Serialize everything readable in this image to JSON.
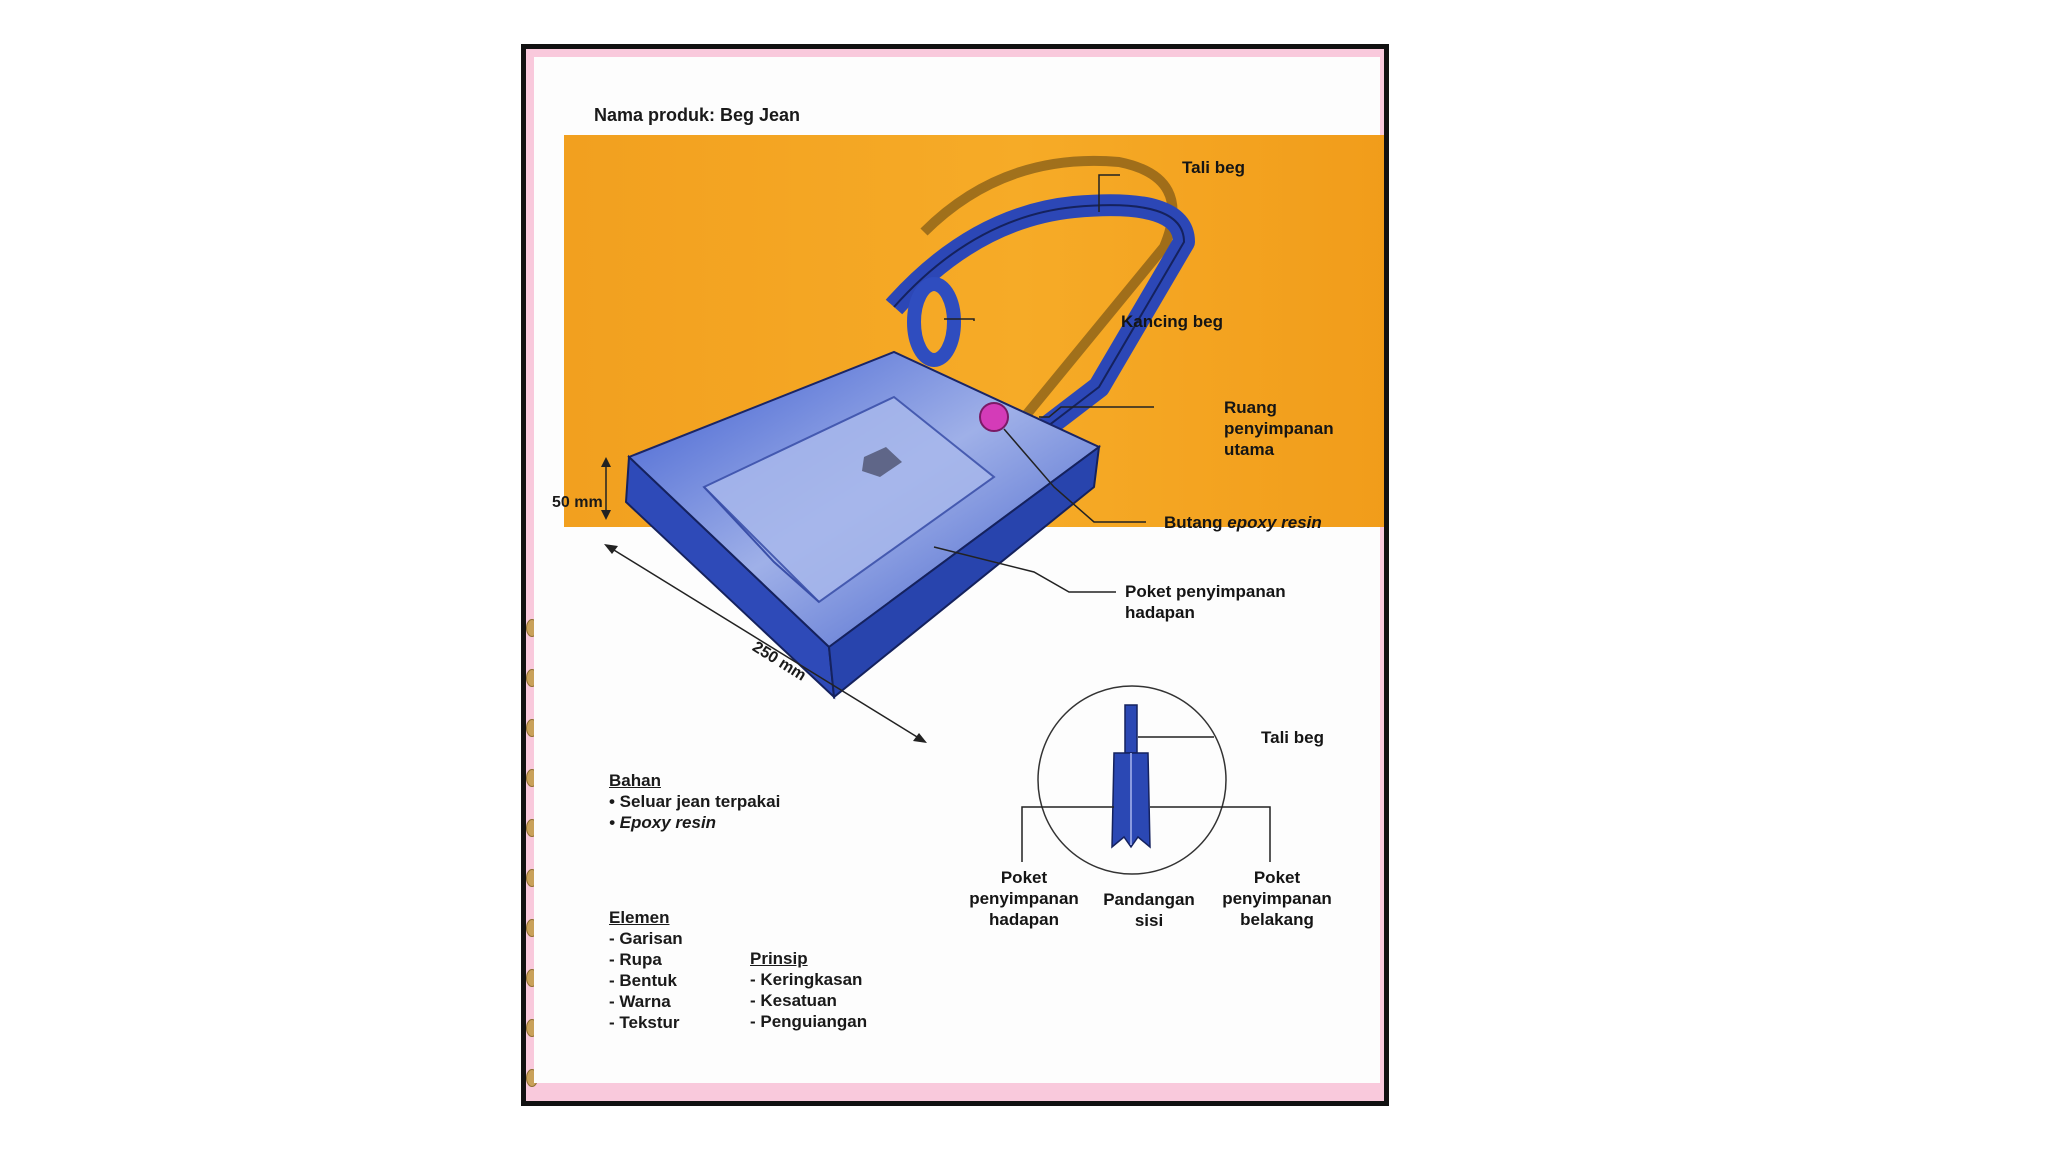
{
  "title": "Nama produk: Beg Jean",
  "labels": {
    "tali_beg_top": "Tali beg",
    "kancing_beg": "Kancing beg",
    "ruang_1": "Ruang",
    "ruang_2": "penyimpanan",
    "ruang_3": "utama",
    "butang_a": "Butang ",
    "butang_b": "epoxy resin",
    "poket_hadapan_1": "Poket penyimpanan",
    "poket_hadapan_2": "hadapan",
    "tali_beg_side": "Tali beg",
    "side_left_1": "Poket",
    "side_left_2": "penyimpanan",
    "side_left_3": "hadapan",
    "side_mid_1": "Pandangan",
    "side_mid_2": "sisi",
    "side_right_1": "Poket",
    "side_right_2": "penyimpanan",
    "side_right_3": "belakang"
  },
  "dimensions": {
    "height": "50 mm",
    "length": "250 mm"
  },
  "bahan": {
    "heading": "Bahan",
    "items": [
      "• Seluar jean terpakai",
      "• Epoxy resin"
    ]
  },
  "elemen": {
    "heading": "Elemen",
    "items": [
      "- Garisan",
      "- Rupa",
      "- Bentuk",
      "- Warna",
      "- Tekstur"
    ]
  },
  "prinsip": {
    "heading": "Prinsip",
    "items": [
      "- Keringkasan",
      "- Kesatuan",
      "- Penguiangan"
    ]
  },
  "colors": {
    "background_band": "#f4a522",
    "bag": "#2f4fc0",
    "button": "#d43bb8",
    "paper_edge": "#f9c9dc"
  }
}
